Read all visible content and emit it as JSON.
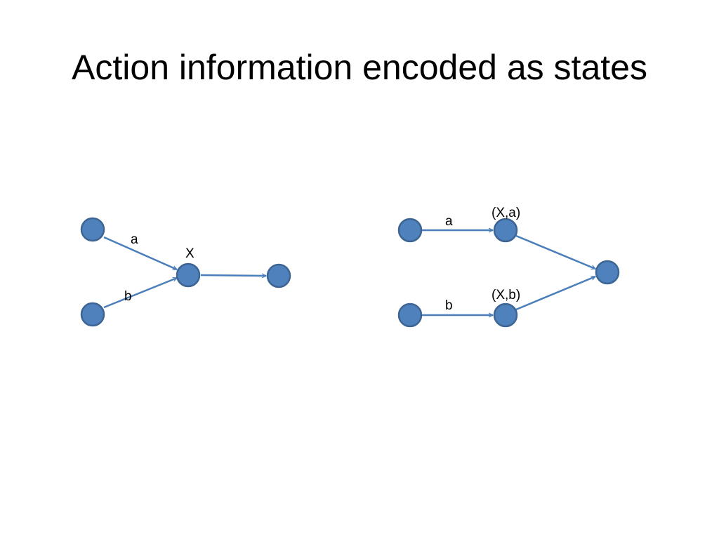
{
  "slide": {
    "title": "Action information encoded as states"
  },
  "colors": {
    "node_fill": "#4f81bd",
    "node_stroke": "#3d6593",
    "edge": "#4a7ebb",
    "text": "#000000",
    "background": "#ffffff"
  },
  "left_diagram": {
    "edge_labels": {
      "a": "a",
      "b": "b"
    },
    "node_labels": {
      "x": "X"
    }
  },
  "right_diagram": {
    "edge_labels": {
      "a": "a",
      "b": "b"
    },
    "node_labels": {
      "xa": "(X,a)",
      "xb": "(X,b)"
    }
  }
}
